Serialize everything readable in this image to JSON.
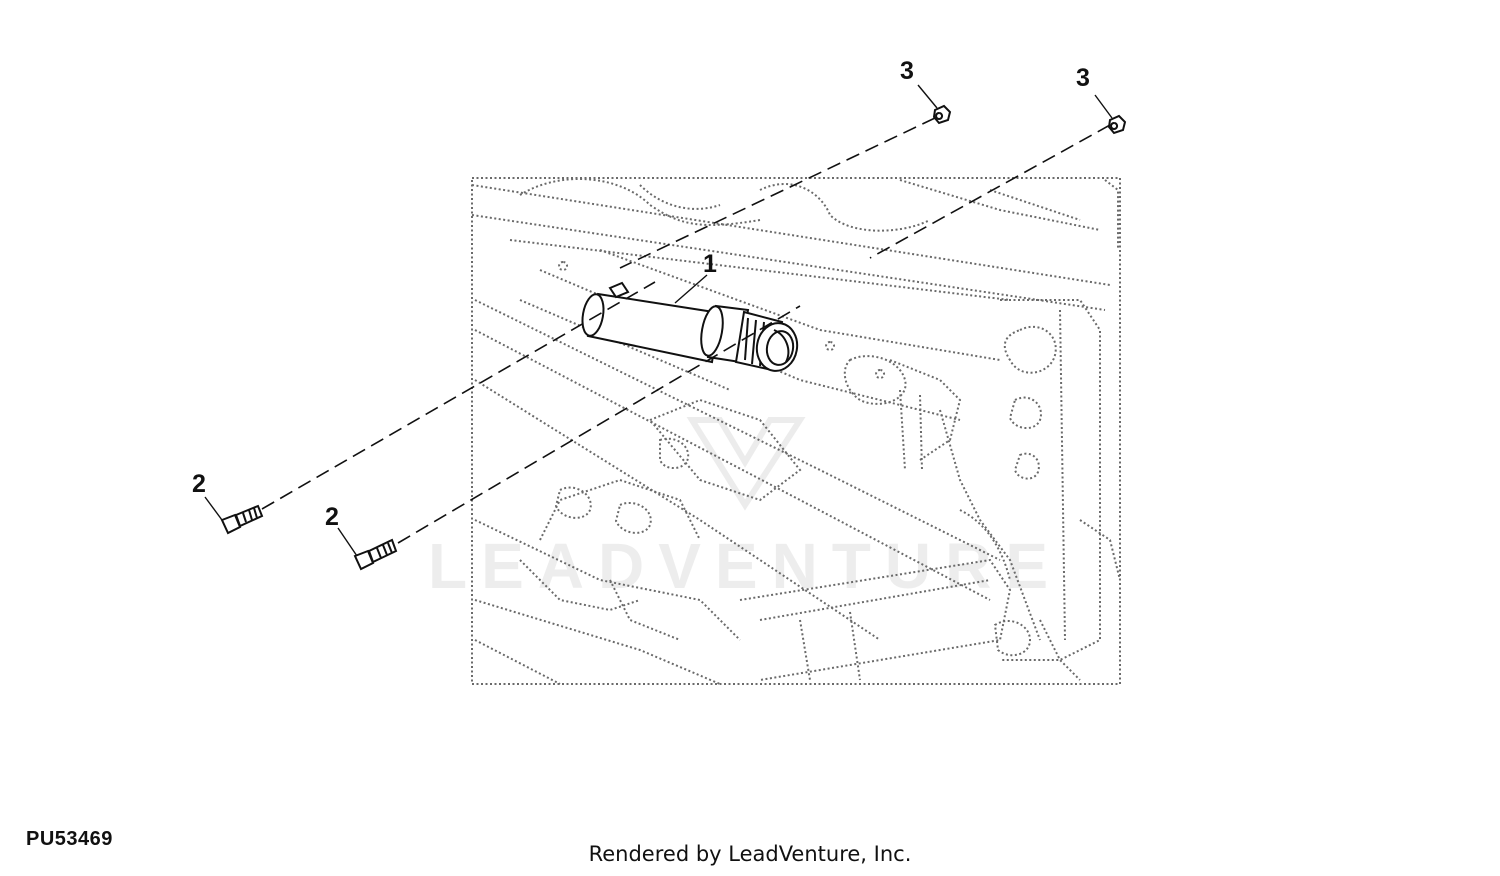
{
  "diagram": {
    "figure_code": "PU53469",
    "credit": "Rendered by LeadVenture, Inc.",
    "callouts": {
      "part1": "1",
      "part2a": "2",
      "part2b": "2",
      "part3a": "3",
      "part3b": "3"
    },
    "watermark": "LEADVENTURE",
    "colors": {
      "ink": "#111111",
      "ghost_line": "#6a6a6a",
      "watermark": "#e2e2e2"
    }
  }
}
